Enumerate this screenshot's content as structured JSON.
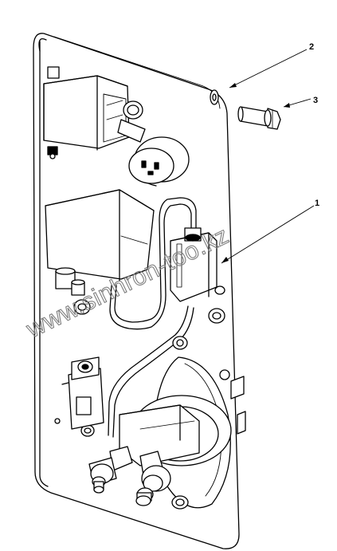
{
  "callouts": {
    "one": "1",
    "two": "2",
    "three": "3"
  },
  "watermark": "www.sinhron-too.kz"
}
